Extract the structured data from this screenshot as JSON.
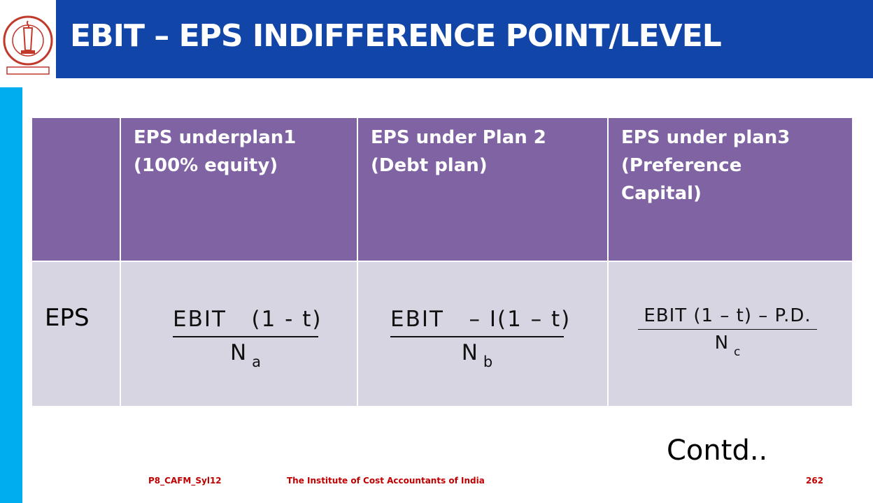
{
  "header": {
    "title": "EBIT – EPS INDIFFERENCE POINT/LEVEL"
  },
  "table": {
    "columns": [
      "",
      "EPS underplan1\n(100% equity)",
      "EPS under Plan 2\n(Debt plan)",
      "EPS under plan3\n(Preference\nCapital)"
    ],
    "row_label": "EPS",
    "formulas": [
      {
        "numerator": "EBIT   (1 - t)",
        "denominator": "N",
        "subscript": "a"
      },
      {
        "numerator": "EBIT   – I(1 – t)",
        "denominator": "N",
        "subscript": "b"
      },
      {
        "numerator": "EBIT (1 – t) – P.D.",
        "denominator": "N",
        "subscript": "c"
      }
    ]
  },
  "contd": "Contd..",
  "footer": {
    "code": "P8_CAFM_Syl12",
    "institute": "The Institute of Cost Accountants of India",
    "page": "262"
  },
  "colors": {
    "title_band": "#1245a8",
    "side_bar": "#00adef",
    "header_cells": "#8063a2",
    "body_cells": "#d8d5e3",
    "footer_text": "#c00000"
  }
}
